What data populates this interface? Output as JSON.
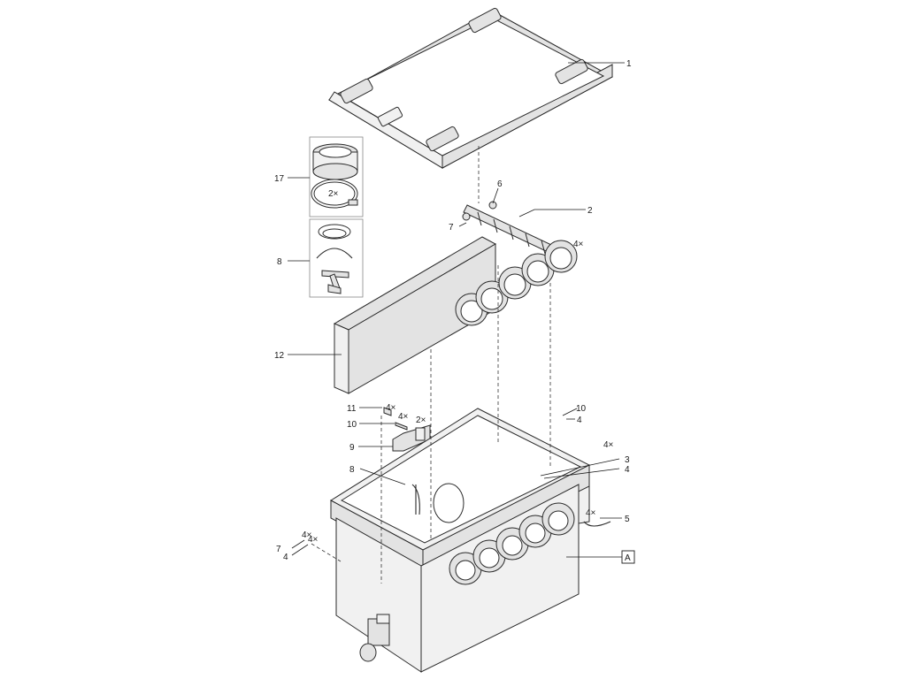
{
  "labels": {
    "l1": "1",
    "l2": "2",
    "l3": "3",
    "l4a": "4",
    "l4b": "4",
    "l4c": "4",
    "l5": "5",
    "l6": "6",
    "l7a": "7",
    "l7b": "7",
    "l8a": "8",
    "l8b": "8",
    "l9": "9",
    "l10a": "10",
    "l10b": "10",
    "l11": "11",
    "l12": "12",
    "l17": "17",
    "ref_A": "A"
  },
  "quantities": {
    "q17": "2×",
    "q2": "4×",
    "q11": "4×",
    "q10": "4×",
    "q9": "2×",
    "q7a": "4×",
    "q7b": "4×",
    "q5": "4×",
    "q4": "4×"
  }
}
